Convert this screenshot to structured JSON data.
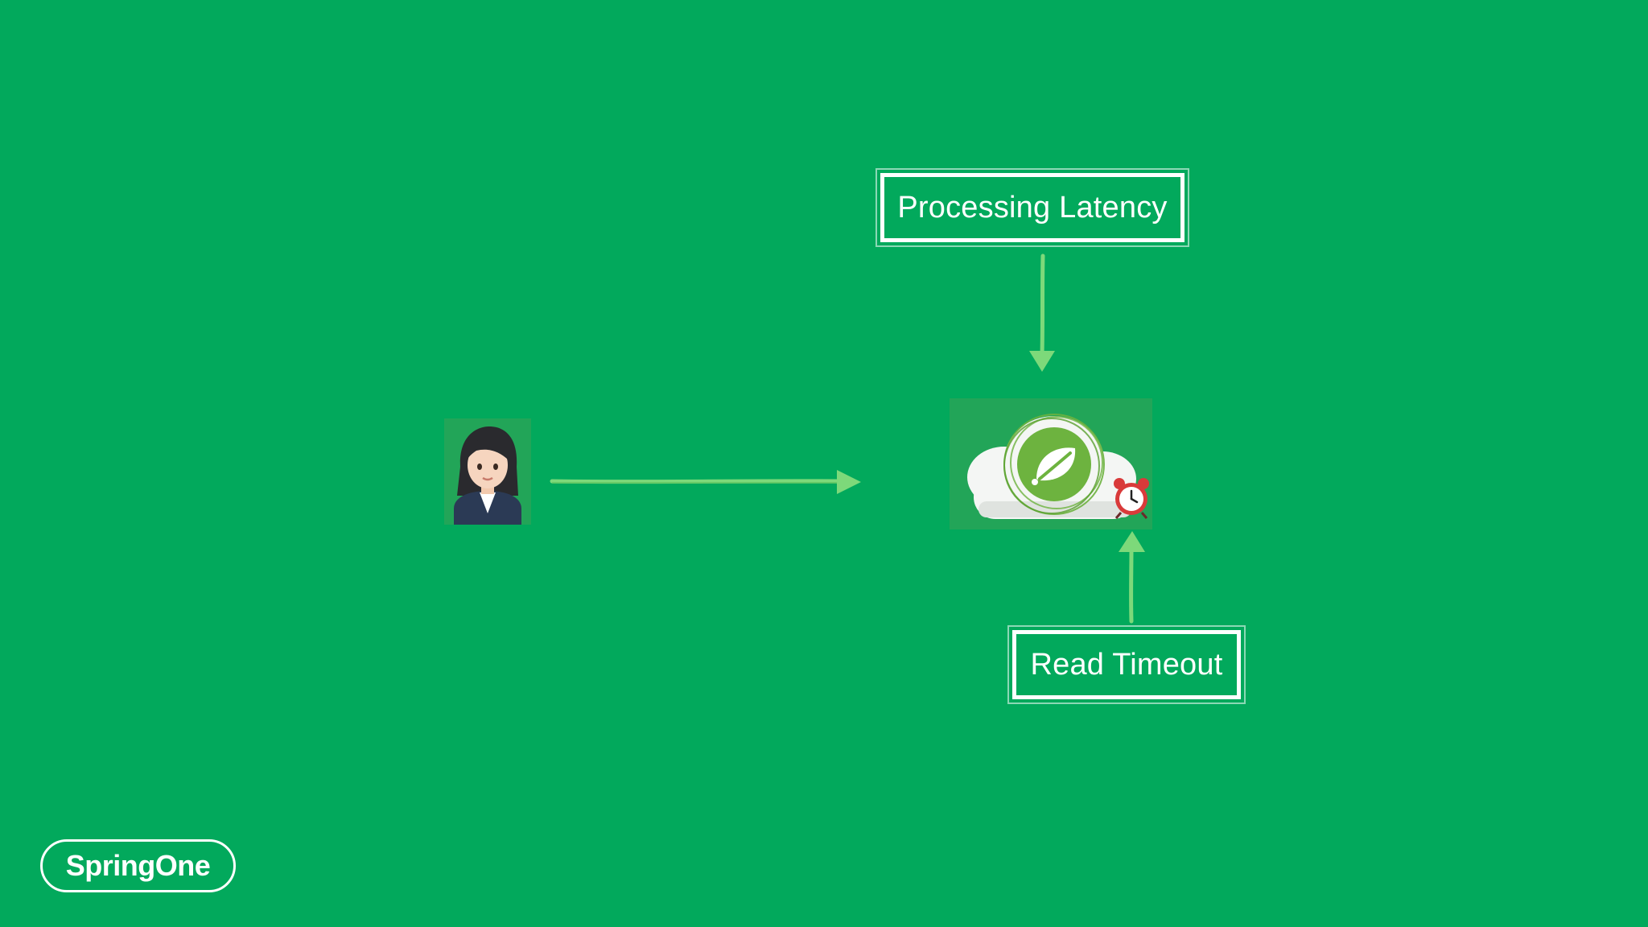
{
  "slide": {
    "background_color": "#02a95c",
    "accent_arrow_color": "#7dd97a",
    "labels": {
      "processing_latency": "Processing Latency",
      "read_timeout": "Read Timeout"
    },
    "nodes": {
      "client": {
        "icon": "woman-office-worker-icon"
      },
      "service": {
        "icon": "spring-cloud-icon",
        "badge_icon": "alarm-clock-icon"
      }
    },
    "brand": {
      "text": "SpringOne"
    }
  }
}
